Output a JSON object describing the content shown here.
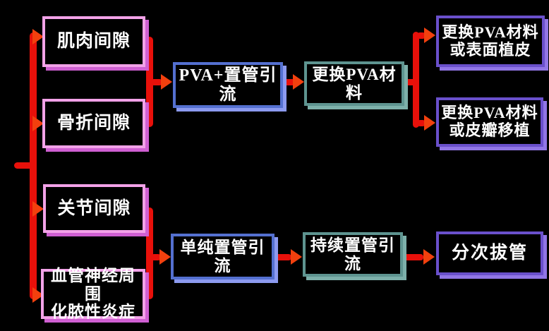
{
  "diagram": {
    "type": "flowchart",
    "background": "#000000",
    "colors": {
      "arrow_shaft": "#e8100a",
      "arrow_head": "#f2400e",
      "pink_border": "#f2a2e8",
      "pink_shadow": "#cf5fd2",
      "blue_border": "#5470d0",
      "blue_shadow": "#8c9af0",
      "teal_border": "#5e9490",
      "teal_shadow": "#7db0aa",
      "purple_border": "#6a50cc",
      "purple_shadow": "#9176e6",
      "text": "#ffffff"
    },
    "nodes": {
      "muscle_gap": {
        "label": "肌肉间隙"
      },
      "fracture_gap": {
        "label": "骨折间隙"
      },
      "joint_gap": {
        "label": "关节间隙"
      },
      "perivascular": {
        "line1": "血管神经周围",
        "line2": "化脓性炎症"
      },
      "pva_drain": {
        "label": "PVA+置管引流"
      },
      "replace_pva": {
        "label": "更换PVA材料"
      },
      "replace_skin": {
        "line1": "更换PVA材料",
        "line2": "或表面植皮"
      },
      "replace_flap": {
        "line1": "更换PVA材料",
        "line2": "或皮瓣移植"
      },
      "simple_drain": {
        "label": "单纯置管引流"
      },
      "continuous_drain": {
        "label": "持续置管引流"
      },
      "staged_removal": {
        "label": "分次拔管"
      }
    },
    "edges": [
      "start → 肌肉间隙 / 骨折间隙 / 关节间隙 / 血管神经周围化脓性炎症",
      "肌肉间隙 + 骨折间隙 → PVA+置管引流",
      "PVA+置管引流 → 更换PVA材料",
      "更换PVA材料 → 更换PVA材料或表面植皮 / 更换PVA材料或皮瓣移植",
      "关节间隙 + 血管神经周围化脓性炎症 → 单纯置管引流",
      "单纯置管引流 → 持续置管引流",
      "持续置管引流 → 分次拔管"
    ]
  }
}
